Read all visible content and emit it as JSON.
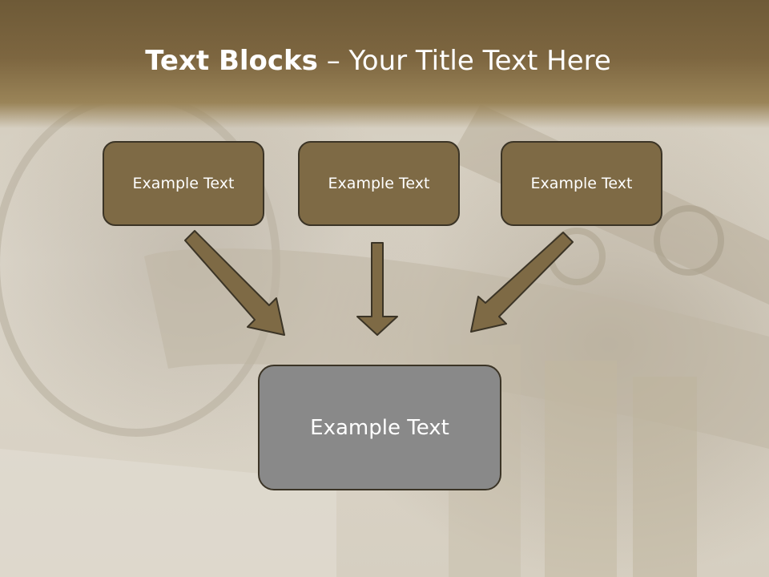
{
  "slide": {
    "title_bold": "Text Blocks",
    "title_separator": " – ",
    "title_rest": "Your Title Text Here",
    "blocks": [
      {
        "label": "Example Text"
      },
      {
        "label": "Example Text"
      },
      {
        "label": "Example Text"
      }
    ],
    "main_block": {
      "label": "Example Text"
    }
  },
  "colors": {
    "title_band": "#7d6640",
    "block_fill": "#7e6a45",
    "main_block_fill": "#898989",
    "arrow_fill": "#7e6a45",
    "outline": "#3b3426"
  }
}
